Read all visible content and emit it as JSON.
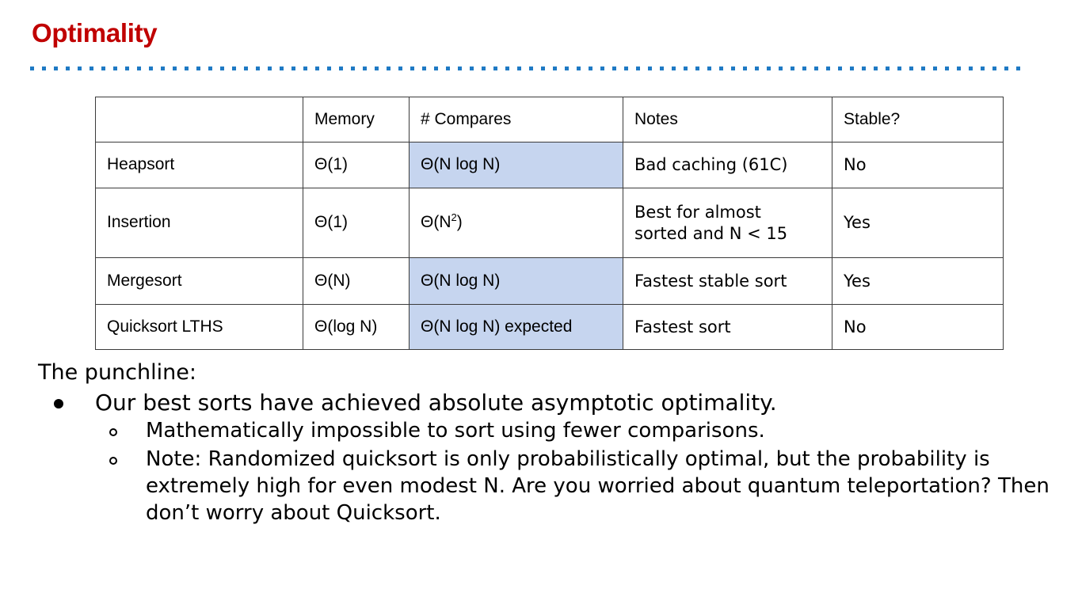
{
  "slide": {
    "title": "Optimality",
    "title_color": "#c00000",
    "divider_color": "#1f7ac4",
    "highlight_color": "#c6d5ef",
    "border_color": "#3b3b3b"
  },
  "table": {
    "headers": [
      "",
      "Memory",
      "# Compares",
      "Notes",
      "Stable?"
    ],
    "rows": [
      {
        "algorithm": "Heapsort",
        "memory": "Θ(1)",
        "compares": "Θ(N log N)",
        "compares_highlighted": true,
        "notes": "Bad caching (61C)",
        "stable": "No"
      },
      {
        "algorithm": "Insertion",
        "memory": "Θ(1)",
        "compares_base": "Θ(N",
        "compares_sup": "2",
        "compares_tail": ")",
        "compares": "Θ(N2)",
        "compares_highlighted": false,
        "notes_line1": "Best for almost",
        "notes_line2": "sorted and N < 15",
        "stable": "Yes"
      },
      {
        "algorithm": "Mergesort",
        "memory": "Θ(N)",
        "compares": "Θ(N log N)",
        "compares_highlighted": true,
        "notes": "Fastest stable sort",
        "stable": "Yes"
      },
      {
        "algorithm": "Quicksort LTHS",
        "memory": "Θ(log N)",
        "compares": "Θ(N log N) expected",
        "compares_highlighted": true,
        "notes": "Fastest sort",
        "stable": "No"
      }
    ]
  },
  "punchline": {
    "lead": "The punchline:",
    "bullet": "Our best sorts have achieved absolute asymptotic optimality.",
    "sub_bullets": [
      "Mathematically impossible to sort using fewer comparisons.",
      "Note: Randomized quicksort is only probabilistically optimal, but the probability is extremely high for even modest N. Are you worried about quantum teleportation? Then don’t worry about Quicksort."
    ]
  }
}
